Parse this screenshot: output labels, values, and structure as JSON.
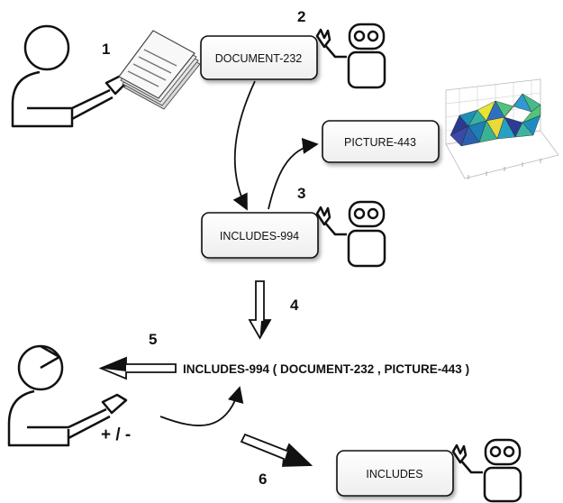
{
  "steps": [
    "1",
    "2",
    "3",
    "4",
    "5",
    "6"
  ],
  "nodes": {
    "document": "DOCUMENT-232",
    "picture": "PICTURE-443",
    "includes_instance": "INCLUDES-994",
    "includes": "INCLUDES"
  },
  "formula": "INCLUDES-994 ( DOCUMENT-232 , PICTURE-443 )",
  "feedback": "+ / -",
  "icons": [
    "human-icon",
    "robot-icon",
    "document-stack-icon",
    "surface-plot-icon"
  ]
}
